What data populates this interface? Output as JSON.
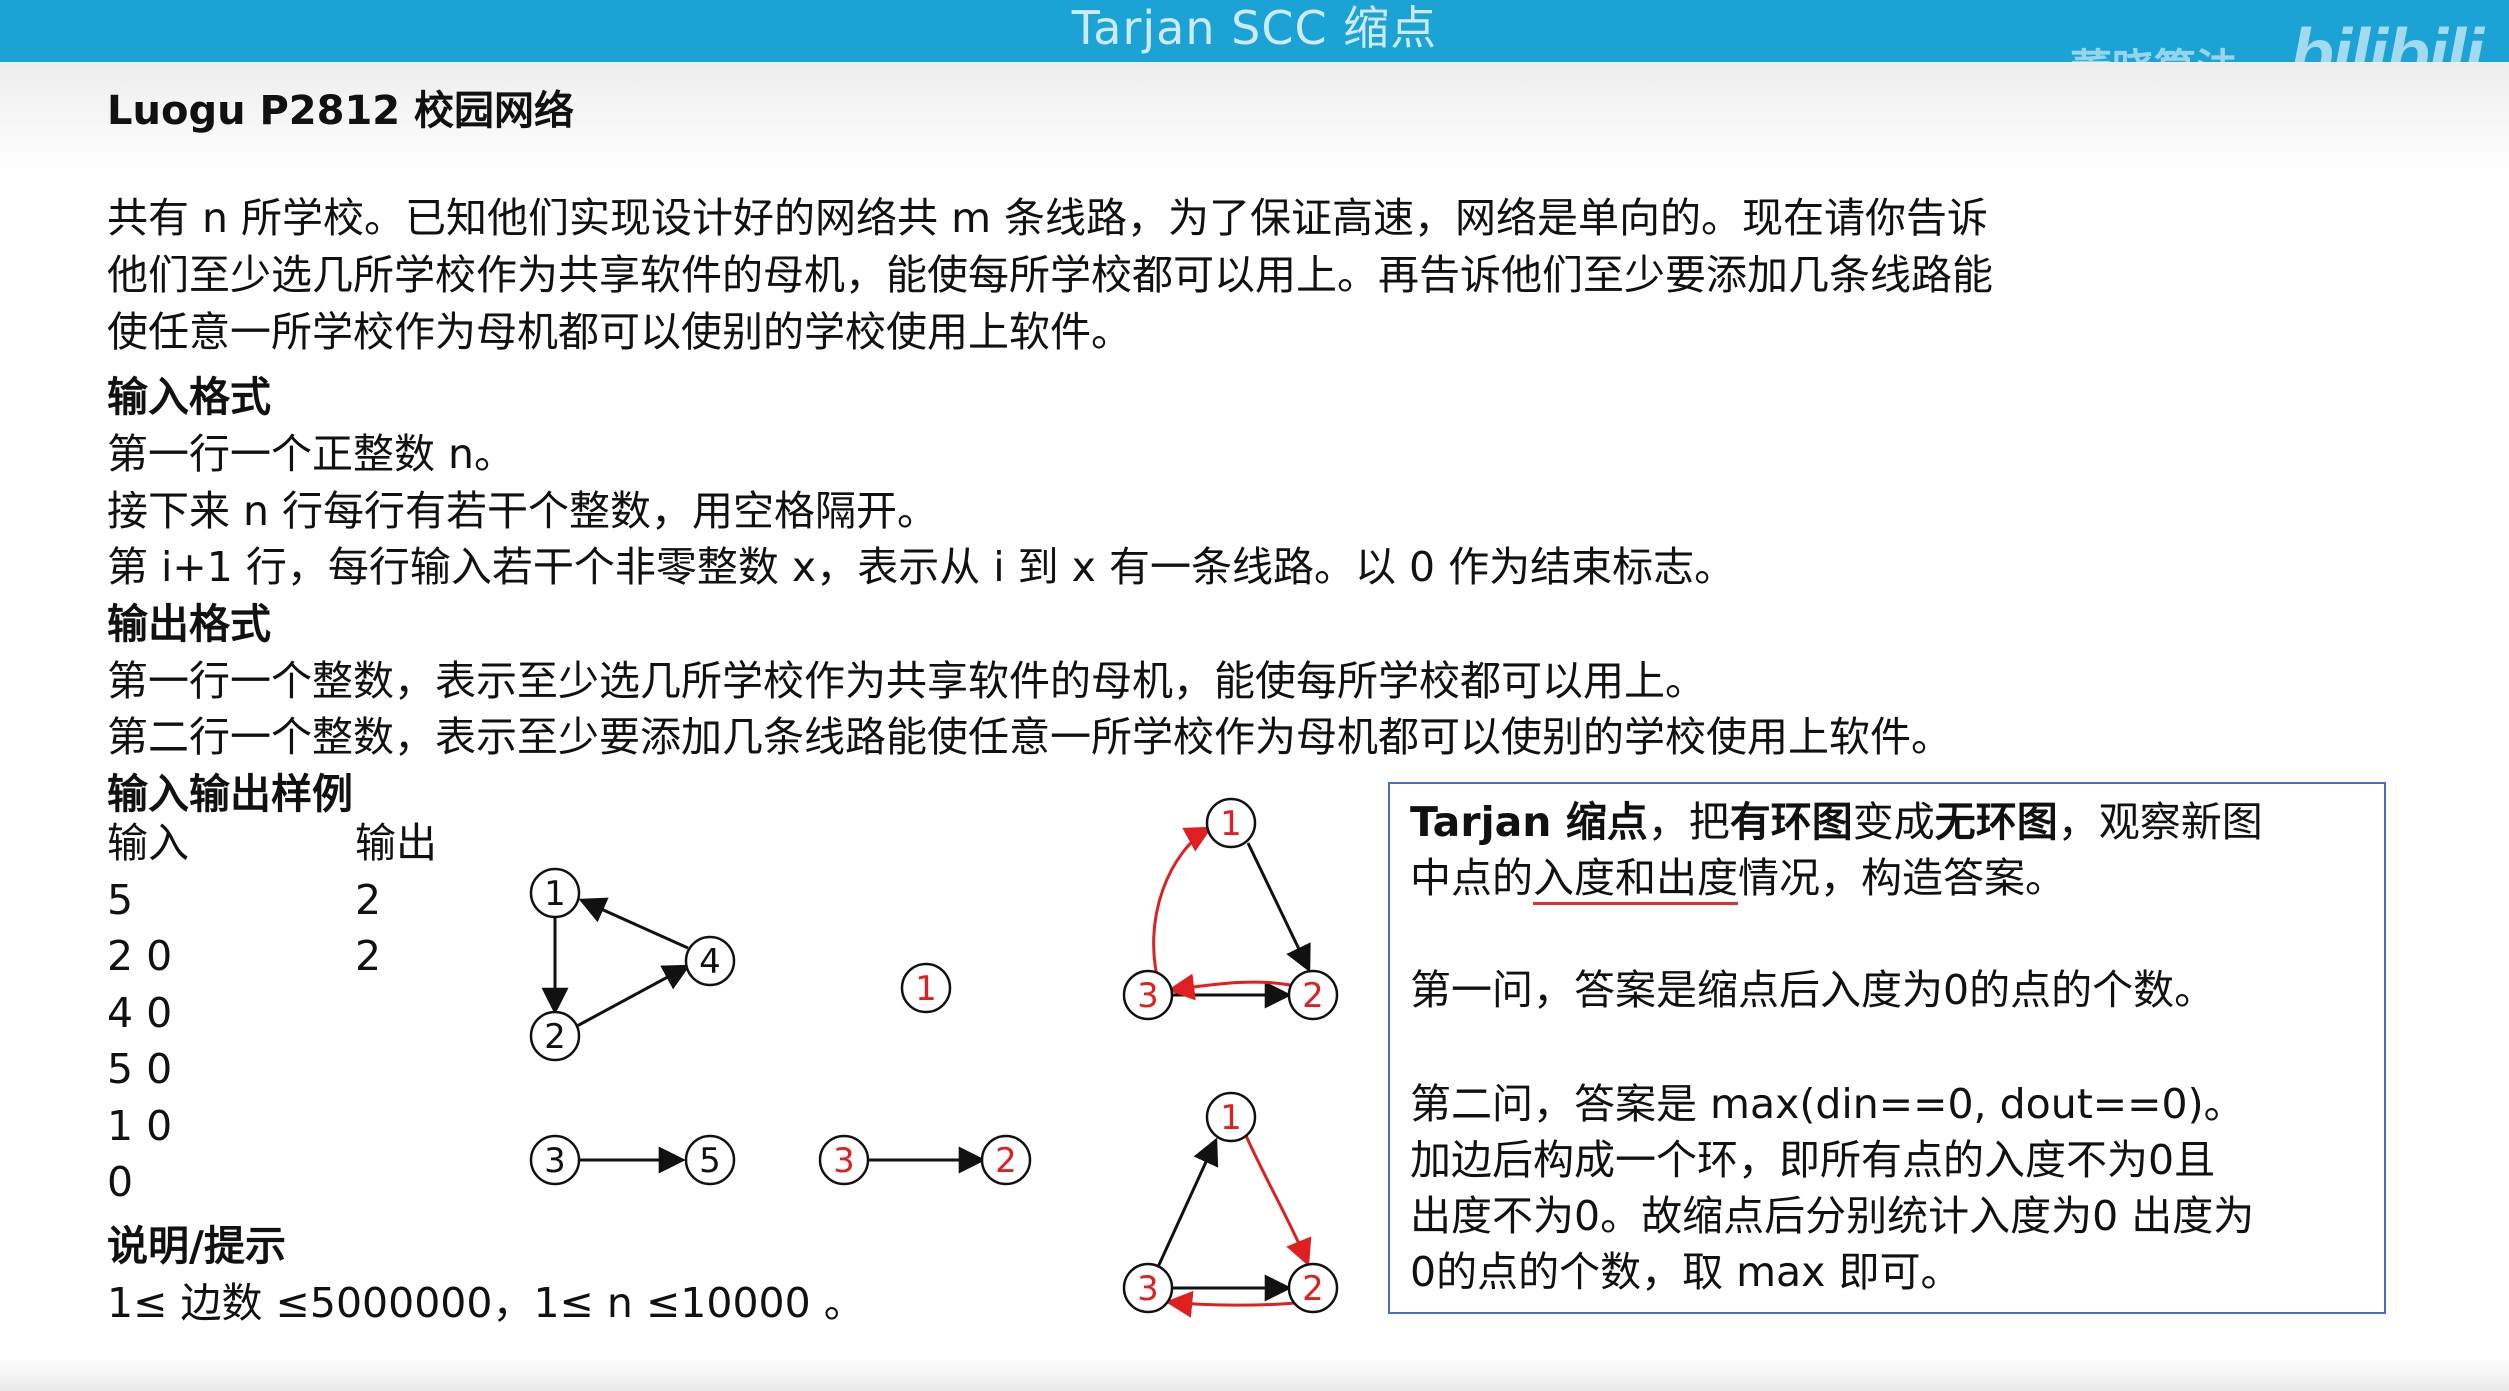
{
  "banner": {
    "title": "Tarjan SCC 缩点",
    "watermark_text": "董晓算法",
    "watermark_logo": "bilibili"
  },
  "problem": {
    "heading": "Luogu P2812 校园网络",
    "description": "共有 n 所学校。已知他们实现设计好的网络共 m 条线路，为了保证高速，网络是单向的。现在请你告诉\n他们至少选几所学校作为共享软件的母机，能使每所学校都可以用上。再告诉他们至少要添加几条线路能\n使任意一所学校作为母机都可以使别的学校使用上软件。",
    "input_heading": "输入格式",
    "input_lines": [
      "第一行一个正整数 n。",
      "接下来 n 行每行有若干个整数，用空格隔开。",
      "第 i+1 行，每行输入若干个非零整数 x，表示从 i 到 x 有一条线路。以 0 作为结束标志。"
    ],
    "output_heading": "输出格式",
    "output_lines": [
      "第一行一个整数，表示至少选几所学校作为共享软件的母机，能使每所学校都可以用上。",
      "第二行一个整数，表示至少要添加几条线路能使任意一所学校作为母机都可以使别的学校使用上软件。"
    ],
    "sample_heading": "输入输出样例",
    "sample_input_label": "输入",
    "sample_output_label": "输出",
    "sample_input": [
      "5",
      "2 0",
      "4 0",
      "5 0",
      "1 0",
      "0"
    ],
    "sample_output": [
      "2",
      "2"
    ],
    "hint_heading": "说明/提示",
    "hint_text": "1≤ 边数 ≤5000000，1≤ n ≤10000 。"
  },
  "diagrams": {
    "original_nodes": [
      "1",
      "2",
      "3",
      "4",
      "5"
    ],
    "condensed_nodes": [
      "1",
      "3",
      "2"
    ],
    "answer_graph_top": [
      "1",
      "3",
      "2"
    ],
    "answer_graph_bottom": [
      "1",
      "3",
      "2"
    ],
    "colors": {
      "black": "#111111",
      "red": "#e02020"
    }
  },
  "explanation": {
    "p1_a": "Tarjan 缩点",
    "p1_b": "，把",
    "p1_c": "有环图",
    "p1_d": "变成",
    "p1_e": "无环图",
    "p1_f": "，观察新图",
    "p1_g": "中点的",
    "p1_h": "入度和出度",
    "p1_i": "情况，构造答案。",
    "p2": "第一问，答案是缩点后入度为0的点的个数。",
    "p3": "第二问，答案是 max(din==0, dout==0)。",
    "p4": "加边后构成一个环，即所有点的入度不为0且",
    "p5": "出度不为0。故缩点后分别统计入度为0 出度为",
    "p6": "0的点的个数，取 max 即可。"
  }
}
